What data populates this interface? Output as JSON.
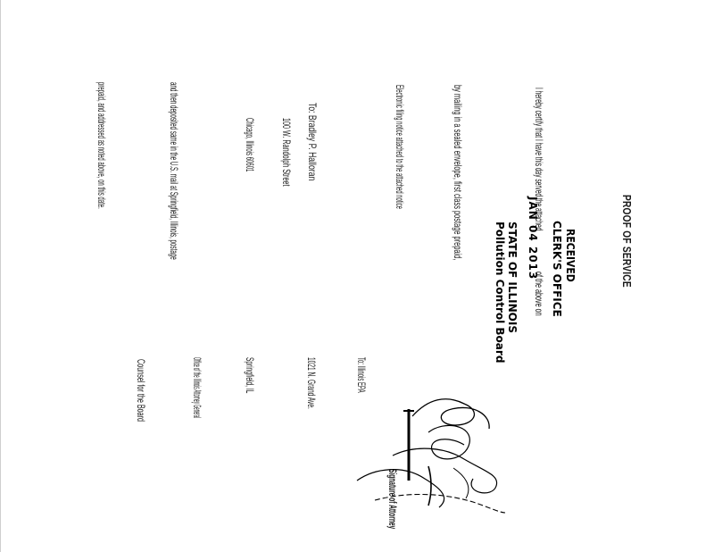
{
  "document": {
    "title": "PROOF OF SERVICE",
    "stamp_received": "RECEIVED",
    "stamp_office": "CLERK'S OFFICE",
    "stamp_date": "JAN 04 2013",
    "stamp_state": "STATE OF ILLINOIS",
    "stamp_board": "Pollution Control Board",
    "intro_line": "I hereby certify that I have this day served the attached",
    "intro_tail": "of the above on",
    "served_line": "by mailing in a sealed envelope, first class postage prepaid,",
    "notice_line": "Electronic filing notice attached to the attached notice",
    "address_to": "To:  Bradley P. Halloran",
    "address_street": "100 W. Randolph Street",
    "address_city": "Chicago, Illinois 60601",
    "deposit_line": "and then deposited same in the U.S. mail at Springfield, Illinois, postage",
    "deposit_tail": "prepaid, and addressed as noted above, on this date.",
    "signature_label": "Signature of Attorney",
    "right_col": [
      "To:  Illinois EPA",
      "1021 N. Grand Ave.",
      "Springfield, IL",
      "Office of the Illinois Attorney General",
      "Counsel for the Board"
    ]
  }
}
